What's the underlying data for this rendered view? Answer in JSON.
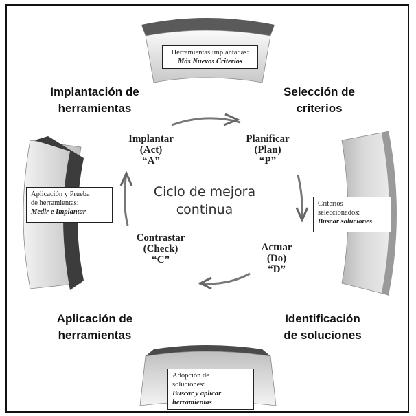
{
  "center": {
    "line1": "Ciclo de mejora",
    "line2": "continua"
  },
  "phases": {
    "plan": {
      "l1": "Planificar",
      "l2": "(Plan)",
      "l3": "“P”"
    },
    "do": {
      "l1": "Actuar",
      "l2": "(Do)",
      "l3": "“D”"
    },
    "check": {
      "l1": "Contrastar",
      "l2": "(Check)",
      "l3": "“C”"
    },
    "act": {
      "l1": "Implantar",
      "l2": "(Act)",
      "l3": "“A”"
    }
  },
  "corners": {
    "top_left": {
      "l1": "Implantación de",
      "l2": "herramientas"
    },
    "top_right": {
      "l1": "Selección de",
      "l2": "criterios"
    },
    "bottom_left": {
      "l1": "Aplicación de",
      "l2": "herramientas"
    },
    "bottom_right": {
      "l1": "Identificación",
      "l2": "de soluciones"
    }
  },
  "boxes": {
    "top": {
      "text": "Herramientas implantadas:",
      "em": "Más Nuevos Criterios"
    },
    "left": {
      "text1": "Aplicación y Prueba",
      "text2": "de herramientas:",
      "em": "Medir e Implantar"
    },
    "right": {
      "text1": "Criterios",
      "text2": "seleccionados:",
      "em": "Buscar soluciones"
    },
    "bottom": {
      "text1": "Adopción de",
      "text2": "soluciones:",
      "em1": "Buscar y aplicar",
      "em2": "herramientas"
    }
  }
}
